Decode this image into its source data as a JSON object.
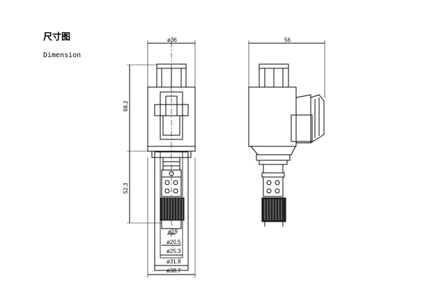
{
  "header": {
    "title": "尺寸图",
    "subtitle": "Dimension"
  },
  "front_view": {
    "dim_top": "ø36",
    "dim_coil_height": "68.2",
    "dim_body_height": "52.3",
    "dims_bottom": [
      "ø19",
      "ø20.5",
      "ø25.3",
      "ø31.8",
      "ø38.7"
    ]
  },
  "side_view": {
    "dim_top": "56"
  }
}
